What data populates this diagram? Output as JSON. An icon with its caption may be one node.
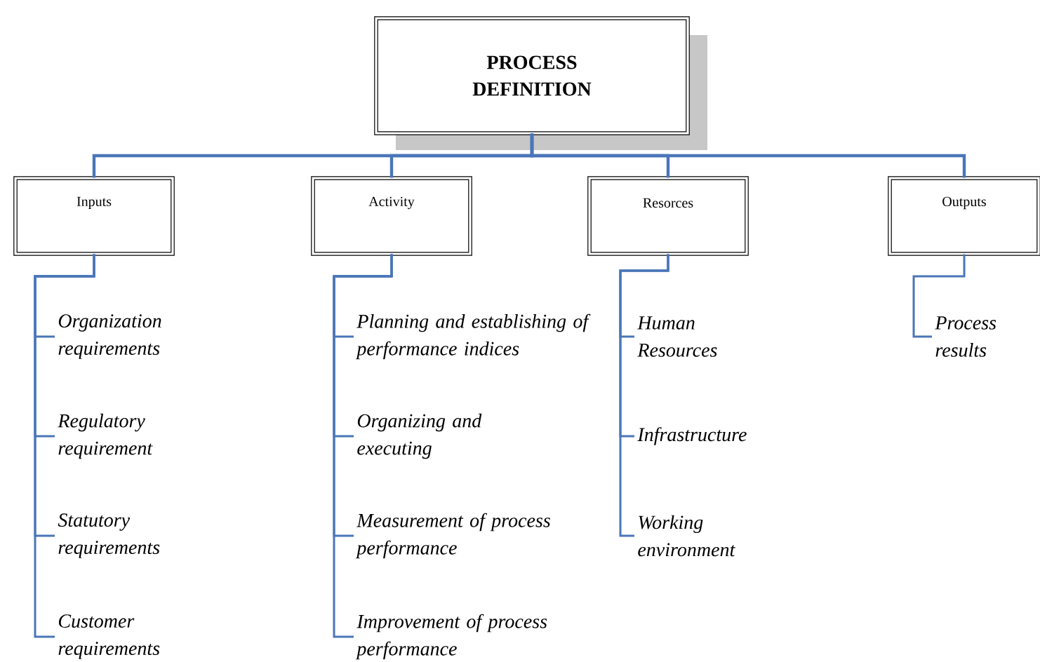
{
  "diagram": {
    "nodes": [
      {
        "text": [
          "PROCESS DEFINITION"
        ]
      },
      {
        "text": [
          "Inputs"
        ]
      },
      {
        "text": [
          "Activity"
        ]
      },
      {
        "text": [
          "Resorces"
        ]
      },
      {
        "text": [
          "Outputs"
        ]
      },
      {
        "text": [
          "Organization requirements"
        ]
      },
      {
        "text": [
          "Regulatory requirement"
        ]
      },
      {
        "text": [
          "Statutory requirements"
        ]
      },
      {
        "text": [
          "Customer requirements"
        ]
      },
      {
        "text": [
          "Planning and establishing of performance indices"
        ]
      },
      {
        "text": [
          "Organizing and executing"
        ]
      },
      {
        "text": [
          "Measurement of process performance"
        ]
      },
      {
        "text": [
          "Improvement of process performance"
        ]
      },
      {
        "text": [
          "Human Resources"
        ]
      },
      {
        "text": [
          "Infrastructure"
        ]
      },
      {
        "text": [
          "Working environment"
        ]
      },
      {
        "text": [
          "Process results"
        ]
      }
    ],
    "edges": [
      {
        "from": 0,
        "to": 1,
        "arrow": "none"
      },
      {
        "from": 0,
        "to": 2,
        "arrow": "none"
      },
      {
        "from": 0,
        "to": 3,
        "arrow": "none"
      },
      {
        "from": 0,
        "to": 4,
        "arrow": "none"
      },
      {
        "from": 1,
        "to": 5,
        "arrow": "none"
      },
      {
        "from": 1,
        "to": 6,
        "arrow": "none"
      },
      {
        "from": 1,
        "to": 7,
        "arrow": "none"
      },
      {
        "from": 1,
        "to": 8,
        "arrow": "none"
      },
      {
        "from": 2,
        "to": 9,
        "arrow": "none"
      },
      {
        "from": 2,
        "to": 10,
        "arrow": "none"
      },
      {
        "from": 2,
        "to": 11,
        "arrow": "none"
      },
      {
        "from": 2,
        "to": 12,
        "arrow": "none"
      },
      {
        "from": 3,
        "to": 13,
        "arrow": "none"
      },
      {
        "from": 3,
        "to": 14,
        "arrow": "none"
      },
      {
        "from": 3,
        "to": 15,
        "arrow": "none"
      },
      {
        "from": 4,
        "to": 16,
        "arrow": "none"
      }
    ]
  }
}
